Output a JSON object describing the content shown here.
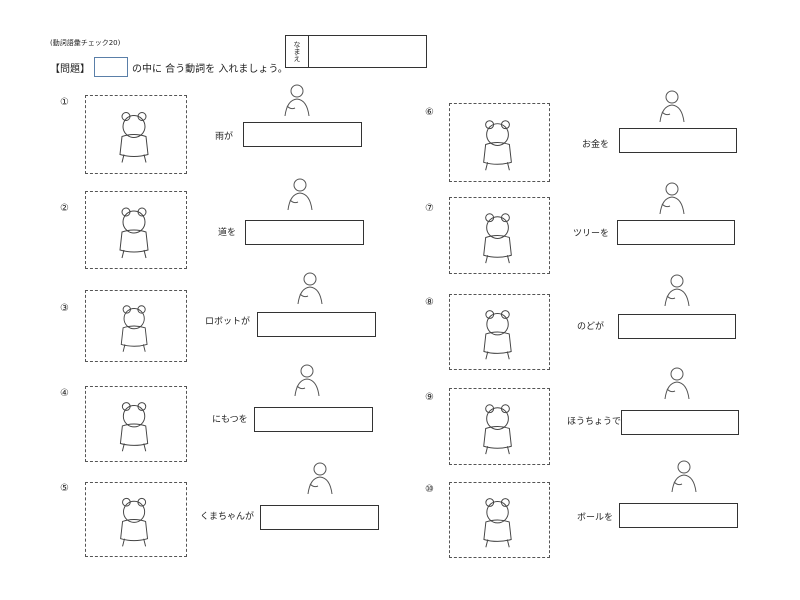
{
  "header": {
    "subtitle": "(動詞語彙チェック20)",
    "question_label": "【問題】",
    "instruction": "の中に 合う動詞を 入れましょう。",
    "name_label": "なまえ"
  },
  "items": [
    {
      "number": "①",
      "label": "雨が",
      "answer": ""
    },
    {
      "number": "②",
      "label": "道を",
      "answer": ""
    },
    {
      "number": "③",
      "label": "ロボットが",
      "answer": ""
    },
    {
      "number": "④",
      "label": "にもつを",
      "answer": ""
    },
    {
      "number": "⑤",
      "label": "くまちゃんが",
      "answer": ""
    },
    {
      "number": "⑥",
      "label": "お金を",
      "answer": ""
    },
    {
      "number": "⑦",
      "label": "ツリーを",
      "answer": ""
    },
    {
      "number": "⑧",
      "label": "のどが",
      "answer": ""
    },
    {
      "number": "⑨",
      "label": "ほうちょうで",
      "answer": ""
    },
    {
      "number": "⑩",
      "label": "ボールを",
      "answer": ""
    }
  ]
}
